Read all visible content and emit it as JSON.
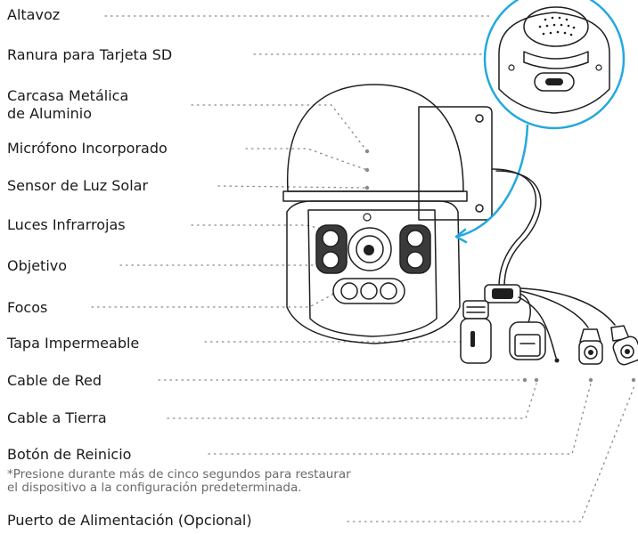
{
  "labels": {
    "speaker": "Altavoz",
    "sd_slot": "Ranura para Tarjeta SD",
    "housing_line1": "Carcasa Metálica",
    "housing_line2": "de Aluminio",
    "microphone": "Micrófono Incorporado",
    "light_sensor": "Sensor de Luz Solar",
    "ir_lights": "Luces Infrarrojas",
    "lens": "Objetivo",
    "spotlights": "Focos",
    "waterproof_cap": "Tapa Impermeable",
    "network_cable": "Cable de Red",
    "ground_cable": "Cable a Tierra",
    "reset_button": "Botón de Reinicio",
    "reset_note_line1": "*Presione durante más de cinco segundos para restaurar",
    "reset_note_line2": "el dispositivo a la configuración predeterminada.",
    "power_port": "Puerto de Alimentación (Opcional)"
  },
  "colors": {
    "callout_circle": "#23a9dc",
    "leader_dots": "#8a8a8a",
    "outline": "#1f1f1f"
  }
}
